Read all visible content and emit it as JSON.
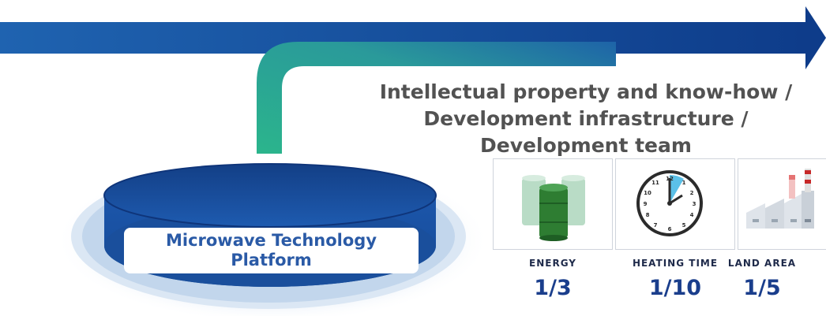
{
  "headline": {
    "line1": "Intellectual property and know-how /",
    "line2": "Development infrastructure /",
    "line3": "Development team"
  },
  "platform": {
    "line1": "Microwave Technology",
    "line2": "Platform"
  },
  "metrics": [
    {
      "label": "ENERGY",
      "value": "1/3",
      "icon": "oil-drums-icon"
    },
    {
      "label": "HEATING TIME",
      "value": "1/10",
      "icon": "clock-icon"
    },
    {
      "label": "LAND AREA",
      "value": "1/5",
      "icon": "factory-icon"
    }
  ],
  "colors": {
    "arrow_start": "#1d5aa8",
    "arrow_end": "#0e3c8a",
    "branch_start": "#2fb38f",
    "branch_end": "#1e6fa8",
    "platform_blue": "#1a4f9c",
    "platform_ring_light": "#dce8f5",
    "headline_gray": "#525252",
    "metric_blue": "#1a3e8c",
    "drum_green": "#2e7d32"
  }
}
